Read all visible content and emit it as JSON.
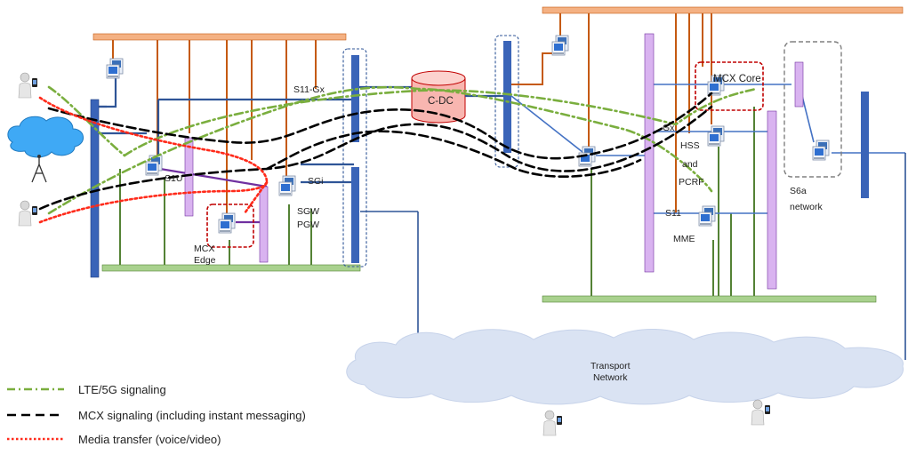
{
  "labels": {
    "s11_gx": "S11-Gx",
    "c_dc": "C-DC",
    "s1u": "S1U",
    "sgi": "SGi",
    "sgw": "SGW",
    "pgw": "PGW",
    "mcx_edge_1": "MCX",
    "mcx_edge_2": "Edge",
    "mcx_core": "MCX Core",
    "gx": "Gx",
    "hss": "HSS",
    "and": "and",
    "pcrf": "PCRF",
    "s11": "S11",
    "mme": "MME",
    "s6a": "S6a",
    "network": "network",
    "transport_1": "Transport",
    "transport_2": "Network"
  },
  "legend": [
    {
      "text": "LTE/5G signaling",
      "color": "#7aae3e",
      "style": "dash-dot"
    },
    {
      "text": "MCX signaling (including instant messaging)",
      "color": "#000000",
      "style": "dashed"
    },
    {
      "text": "Media transfer (voice/video)",
      "color": "#ff2a1a",
      "style": "dotted"
    }
  ],
  "colors": {
    "orange_bus": "#f4b183",
    "orange_line": "#c55a11",
    "green_bus": "#a9d18e",
    "green_line": "#548235",
    "blue_bar": "#2f5597",
    "blue_line": "#4472c4",
    "purple": "#7030a0",
    "lavender": "#c9a0e0",
    "red_box": "#c00000",
    "cloud": "#dae3f3"
  },
  "icons": [
    "user-phone-icon",
    "server-icon",
    "base-station-icon",
    "database-icon"
  ]
}
